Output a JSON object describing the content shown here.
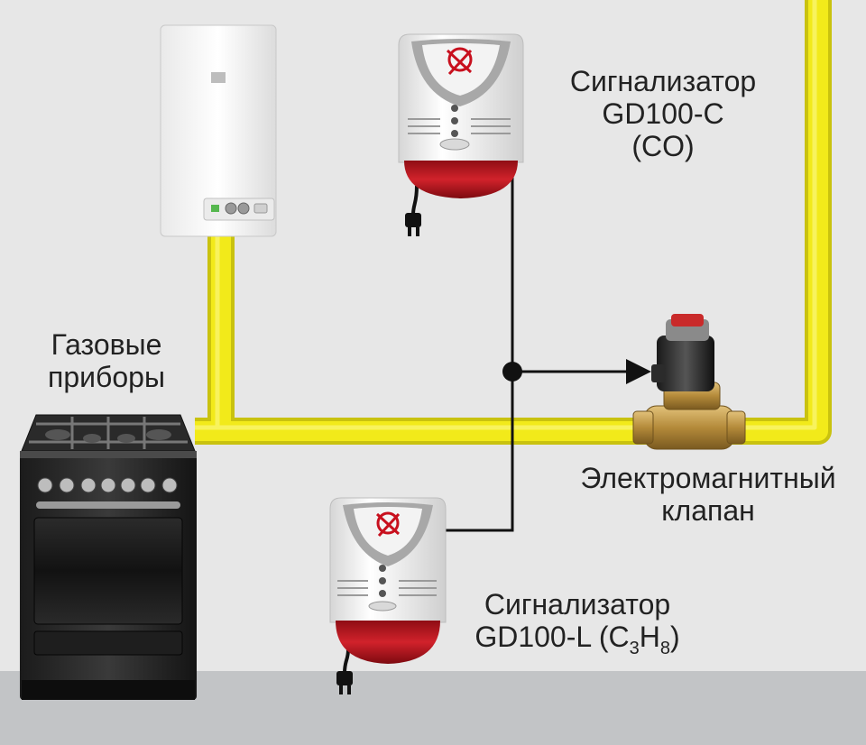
{
  "labels": {
    "appliances": {
      "line1": "Газовые",
      "line2": "приборы"
    },
    "detector_co": {
      "line1": "Сигнализатор",
      "line2": "GD100-C",
      "line3": "(CO)"
    },
    "valve": {
      "line1": "Электромагнитный",
      "line2": "клапан"
    },
    "detector_lpg": {
      "line1": "Сигнализатор",
      "line2_prefix": "GD100-L (C",
      "line2_sub1": "3",
      "line2_mid": "H",
      "line2_sub2": "8",
      "line2_suffix": ")"
    }
  },
  "colors": {
    "pipe": "#f2ea1a",
    "pipe_edge": "#c9c20f",
    "wall": "#e7e7e7",
    "floor": "#c2c4c6",
    "wire": "#111111",
    "detector_body": "#f4f4f4",
    "detector_siren": "#b4141c",
    "valve_brass": "#b8903e"
  }
}
